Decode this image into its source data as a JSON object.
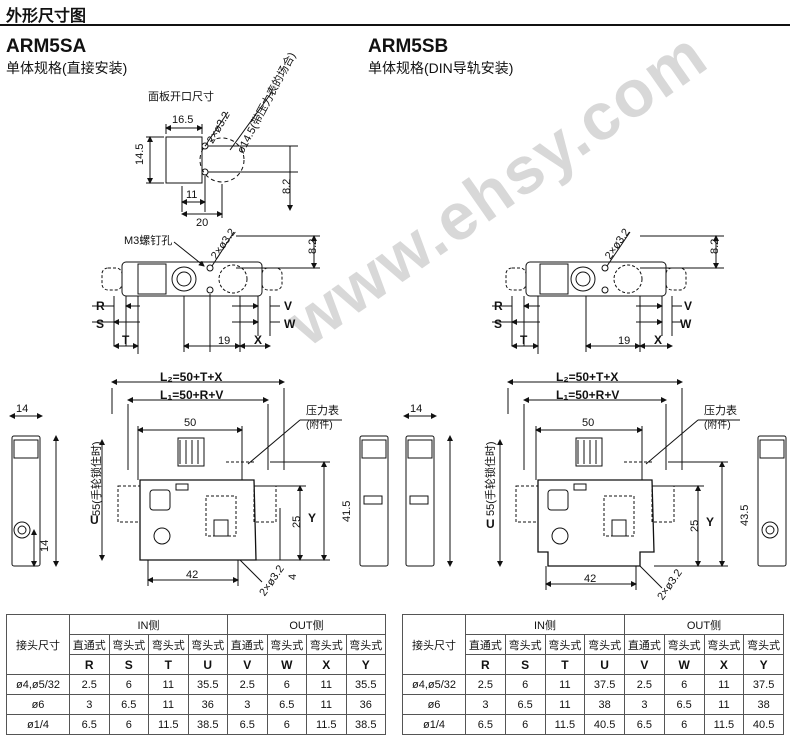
{
  "header": "外形尺寸图",
  "left": {
    "model": "ARM5SA",
    "subtitle": "单体规格(直接安装)",
    "panel_label": "面板开口尺寸",
    "dims": {
      "d16_5": "16.5",
      "d14_5": "14.5",
      "d11": "11",
      "d20": "20",
      "d8_2a": "8.2",
      "hole": "2×ø3.2",
      "gauge_hole": "ø14.5(带压力表的场合)",
      "m3": "M3螺钉孔",
      "hole2": "2×ø3.2",
      "d8_2b": "8.2",
      "R": "R",
      "S": "S",
      "T": "T",
      "V": "V",
      "W": "W",
      "X": "X",
      "d19": "19",
      "L2": "L₂=50+T+X",
      "L1": "L₁=50+R+V",
      "d50": "50",
      "gauge": "压力表",
      "gauge_sub": "(附件)",
      "d14": "14",
      "d55": "55(手轮锁住时)",
      "d14b": "14",
      "U": "U",
      "d25": "25",
      "Y": "Y",
      "d41_5": "41.5",
      "d4": "4",
      "d42": "42",
      "hole3": "2×ø3.2"
    }
  },
  "right": {
    "model": "ARM5SB",
    "subtitle": "单体规格(DIN导轨安装)",
    "dims": {
      "hole2": "2×ø3.2",
      "d8_2b": "8.2",
      "R": "R",
      "S": "S",
      "T": "T",
      "V": "V",
      "W": "W",
      "X": "X",
      "d19": "19",
      "L2": "L₂=50+T+X",
      "L1": "L₁=50+R+V",
      "d50": "50",
      "gauge": "压力表",
      "gauge_sub": "(附件)",
      "d14": "14",
      "d55": "55(手轮锁住时)",
      "U": "U",
      "d25": "25",
      "Y": "Y",
      "d43_5": "43.5",
      "d42": "42",
      "hole3": "2×ø3.2"
    }
  },
  "watermark": "www.ehsy.com",
  "table_left": {
    "corner": "接头尺寸",
    "in_label": "IN侧",
    "out_label": "OUT侧",
    "types": [
      "直通式",
      "弯头式",
      "弯头式",
      "弯头式",
      "直通式",
      "弯头式",
      "弯头式",
      "弯头式"
    ],
    "letters": [
      "R",
      "S",
      "T",
      "U",
      "V",
      "W",
      "X",
      "Y"
    ],
    "rows": [
      {
        "size": "ø4,ø5/32",
        "vals": [
          "2.5",
          "6",
          "11",
          "35.5",
          "2.5",
          "6",
          "11",
          "35.5"
        ]
      },
      {
        "size": "ø6",
        "vals": [
          "3",
          "6.5",
          "11",
          "36",
          "3",
          "6.5",
          "11",
          "36"
        ]
      },
      {
        "size": "ø1/4",
        "vals": [
          "6.5",
          "6",
          "11.5",
          "38.5",
          "6.5",
          "6",
          "11.5",
          "38.5"
        ]
      }
    ]
  },
  "table_right": {
    "corner": "接头尺寸",
    "in_label": "IN侧",
    "out_label": "OUT侧",
    "types": [
      "直通式",
      "弯头式",
      "弯头式",
      "弯头式",
      "直通式",
      "弯头式",
      "弯头式",
      "弯头式"
    ],
    "letters": [
      "R",
      "S",
      "T",
      "U",
      "V",
      "W",
      "X",
      "Y"
    ],
    "rows": [
      {
        "size": "ø4,ø5/32",
        "vals": [
          "2.5",
          "6",
          "11",
          "37.5",
          "2.5",
          "6",
          "11",
          "37.5"
        ]
      },
      {
        "size": "ø6",
        "vals": [
          "3",
          "6.5",
          "11",
          "38",
          "3",
          "6.5",
          "11",
          "38"
        ]
      },
      {
        "size": "ø1/4",
        "vals": [
          "6.5",
          "6",
          "11.5",
          "40.5",
          "6.5",
          "6",
          "11.5",
          "40.5"
        ]
      }
    ]
  }
}
